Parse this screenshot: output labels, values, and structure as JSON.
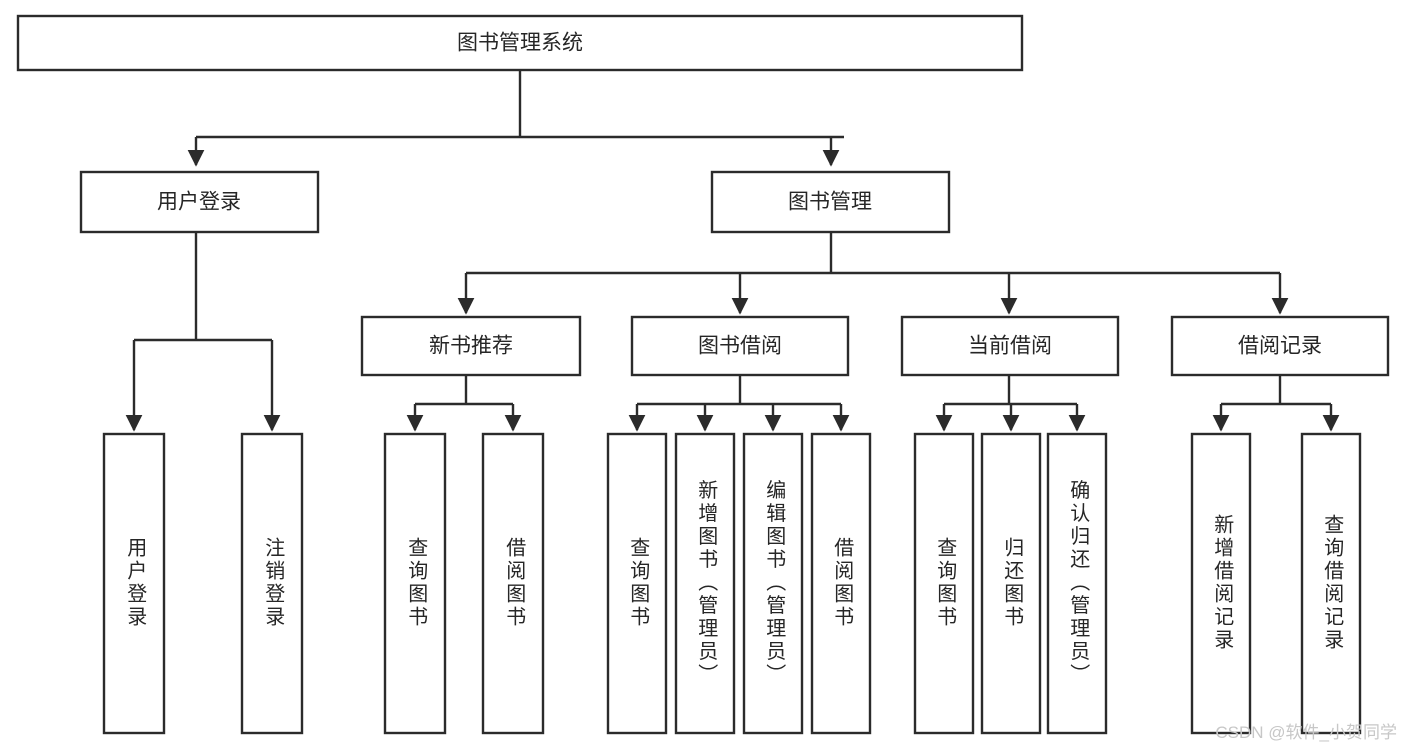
{
  "diagram": {
    "title": "图书管理系统",
    "type": "tree",
    "watermark": "CSDN @软件_小贺同学",
    "colors": {
      "stroke": "#2b2b2b",
      "fill": "#ffffff",
      "text": "#262626",
      "watermark": "#c7c7c7",
      "background": "#ffffff"
    },
    "nodes": {
      "root": {
        "label": "图书管理系统",
        "orientation": "horizontal"
      },
      "level2": [
        {
          "id": "user-login",
          "label": "用户登录",
          "orientation": "horizontal"
        },
        {
          "id": "book-manage",
          "label": "图书管理",
          "orientation": "horizontal"
        }
      ],
      "level3": [
        {
          "id": "new-book-rec",
          "label": "新书推荐",
          "orientation": "horizontal"
        },
        {
          "id": "book-borrow",
          "label": "图书借阅",
          "orientation": "horizontal"
        },
        {
          "id": "current-borrow",
          "label": "当前借阅",
          "orientation": "horizontal"
        },
        {
          "id": "borrow-record",
          "label": "借阅记录",
          "orientation": "horizontal"
        }
      ],
      "leaves": [
        {
          "id": "leaf-user-login",
          "label": "用户登录",
          "parent": "user-login",
          "orientation": "vertical"
        },
        {
          "id": "leaf-logout-login",
          "label": "注销登录",
          "parent": "user-login",
          "orientation": "vertical"
        },
        {
          "id": "leaf-query-book-1",
          "label": "查询图书",
          "parent": "new-book-rec",
          "orientation": "vertical"
        },
        {
          "id": "leaf-borrow-book-1",
          "label": "借阅图书",
          "parent": "new-book-rec",
          "orientation": "vertical"
        },
        {
          "id": "leaf-query-book-2",
          "label": "查询图书",
          "parent": "book-borrow",
          "orientation": "vertical"
        },
        {
          "id": "leaf-add-book",
          "label": "新增图书（管理员）",
          "parent": "book-borrow",
          "orientation": "vertical"
        },
        {
          "id": "leaf-edit-book",
          "label": "编辑图书（管理员）",
          "parent": "book-borrow",
          "orientation": "vertical"
        },
        {
          "id": "leaf-borrow-book-2",
          "label": "借阅图书",
          "parent": "book-borrow",
          "orientation": "vertical"
        },
        {
          "id": "leaf-query-book-3",
          "label": "查询图书",
          "parent": "current-borrow",
          "orientation": "vertical"
        },
        {
          "id": "leaf-return-book",
          "label": "归还图书",
          "parent": "current-borrow",
          "orientation": "vertical"
        },
        {
          "id": "leaf-confirm-return",
          "label": "确认归还（管理员）",
          "parent": "current-borrow",
          "orientation": "vertical"
        },
        {
          "id": "leaf-add-record",
          "label": "新增借阅记录",
          "parent": "borrow-record",
          "orientation": "vertical"
        },
        {
          "id": "leaf-query-record",
          "label": "查询借阅记录",
          "parent": "borrow-record",
          "orientation": "vertical"
        }
      ]
    }
  }
}
